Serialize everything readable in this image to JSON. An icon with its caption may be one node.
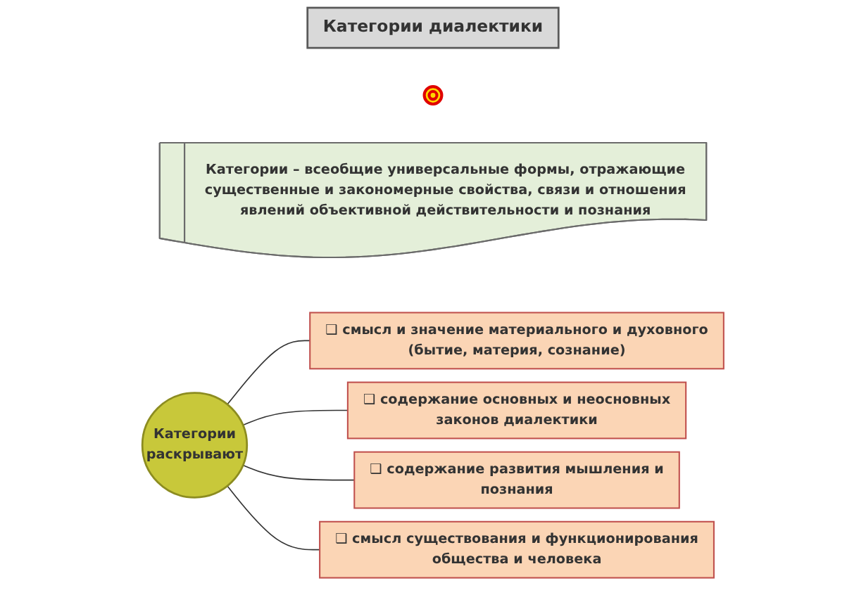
{
  "diagram": {
    "nodes": [
      {
        "text": [
          "Категории  диалектики"
        ]
      },
      {
        "text": [],
        "shape": "star"
      },
      {
        "text": [
          "Категории – всеобщие универсальные формы, отражающие существенные и закономерные свойства, связи и отношения явлений объективной действительности и познания"
        ]
      },
      {
        "text": [
          "Категории раскрывают"
        ]
      },
      {
        "text": [
          "❑ смысл и значение материального и духовного (бытие, материя, сознание)"
        ]
      },
      {
        "text": [
          "❑ содержание основных и неосновных законов диалектики"
        ]
      },
      {
        "text": [
          "❑ содержание развития мышления и познания"
        ]
      },
      {
        "text": [
          "❑ смысл существования и функционирования общества и человека"
        ]
      }
    ],
    "edges": [
      {
        "from": 3,
        "to": 4,
        "arrow": "none"
      },
      {
        "from": 3,
        "to": 5,
        "arrow": "none"
      },
      {
        "from": 3,
        "to": 6,
        "arrow": "none"
      },
      {
        "from": 3,
        "to": 7,
        "arrow": "none"
      }
    ]
  }
}
